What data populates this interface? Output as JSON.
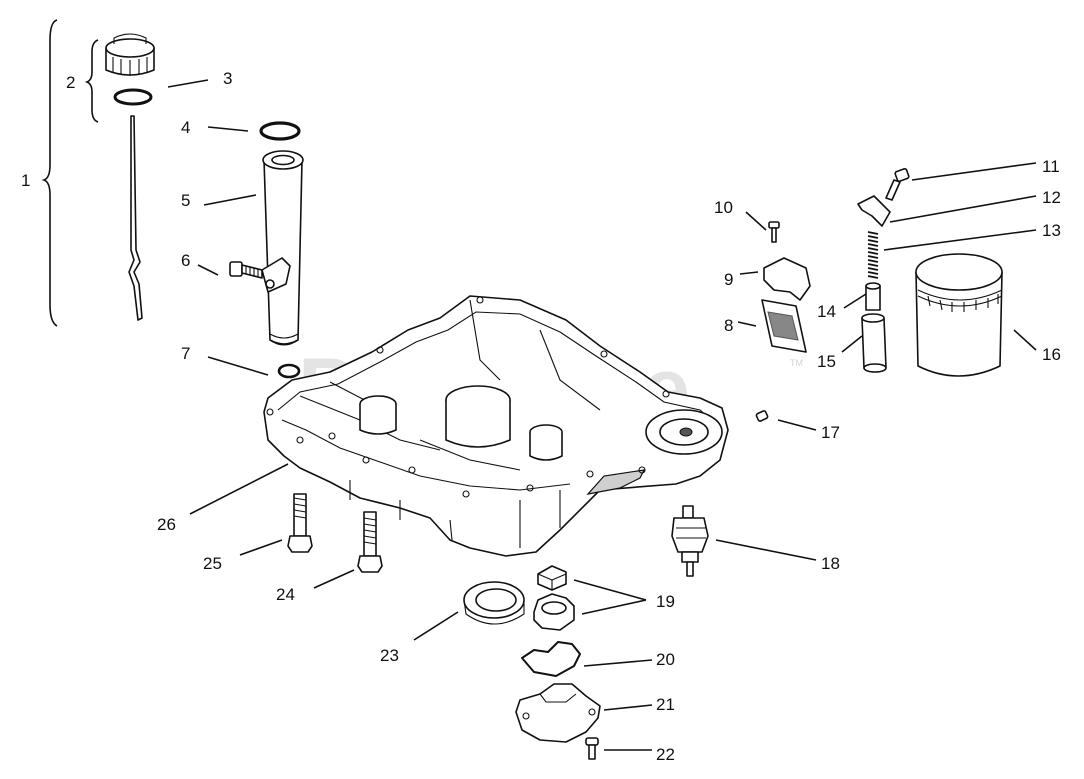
{
  "watermark": {
    "text": "PartsTree",
    "trademark": "TM"
  },
  "callouts": [
    {
      "number": "1"
    },
    {
      "number": "2"
    },
    {
      "number": "3"
    },
    {
      "number": "4"
    },
    {
      "number": "5"
    },
    {
      "number": "6"
    },
    {
      "number": "7"
    },
    {
      "number": "8"
    },
    {
      "number": "9"
    },
    {
      "number": "10"
    },
    {
      "number": "11"
    },
    {
      "number": "12"
    },
    {
      "number": "13"
    },
    {
      "number": "14"
    },
    {
      "number": "15"
    },
    {
      "number": "16"
    },
    {
      "number": "17"
    },
    {
      "number": "18"
    },
    {
      "number": "19"
    },
    {
      "number": "20"
    },
    {
      "number": "21"
    },
    {
      "number": "22"
    },
    {
      "number": "23"
    },
    {
      "number": "24"
    },
    {
      "number": "25"
    },
    {
      "number": "26"
    }
  ]
}
